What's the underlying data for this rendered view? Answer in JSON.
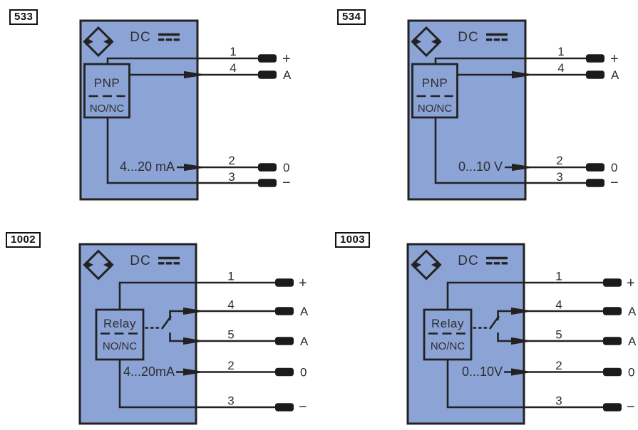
{
  "colors": {
    "background": "#ffffff",
    "device_fill": "#8CA3D6",
    "outline": "#222222",
    "terminal_fill": "#1b1b1b",
    "text": "#2e2e2e"
  },
  "diagrams": [
    {
      "id": "533",
      "type": "pnp-analog-current",
      "power_label": "DC",
      "block_line1": "PNP",
      "block_line2": "NO/NC",
      "analog_label": "4...20 mA",
      "wires": [
        {
          "number": "1",
          "terminal": "+"
        },
        {
          "number": "4",
          "terminal": "A"
        },
        {
          "number": "2",
          "terminal": "0"
        },
        {
          "number": "3",
          "terminal": "−"
        }
      ]
    },
    {
      "id": "534",
      "type": "pnp-analog-voltage",
      "power_label": "DC",
      "block_line1": "PNP",
      "block_line2": "NO/NC",
      "analog_label": "0...10 V",
      "wires": [
        {
          "number": "1",
          "terminal": "+"
        },
        {
          "number": "4",
          "terminal": "A"
        },
        {
          "number": "2",
          "terminal": "0"
        },
        {
          "number": "3",
          "terminal": "−"
        }
      ]
    },
    {
      "id": "1002",
      "type": "relay-analog-current",
      "power_label": "DC",
      "block_line1": "Relay",
      "block_line2": "NO/NC",
      "analog_label": "4...20mA",
      "wires": [
        {
          "number": "1",
          "terminal": "+"
        },
        {
          "number": "4",
          "terminal": "A"
        },
        {
          "number": "5",
          "terminal": "A"
        },
        {
          "number": "2",
          "terminal": "0"
        },
        {
          "number": "3",
          "terminal": "−"
        }
      ]
    },
    {
      "id": "1003",
      "type": "relay-analog-voltage",
      "power_label": "DC",
      "block_line1": "Relay",
      "block_line2": "NO/NC",
      "analog_label": "0...10V",
      "wires": [
        {
          "number": "1",
          "terminal": "+"
        },
        {
          "number": "4",
          "terminal": "A"
        },
        {
          "number": "5",
          "terminal": "A"
        },
        {
          "number": "2",
          "terminal": "0"
        },
        {
          "number": "3",
          "terminal": "−"
        }
      ]
    }
  ]
}
